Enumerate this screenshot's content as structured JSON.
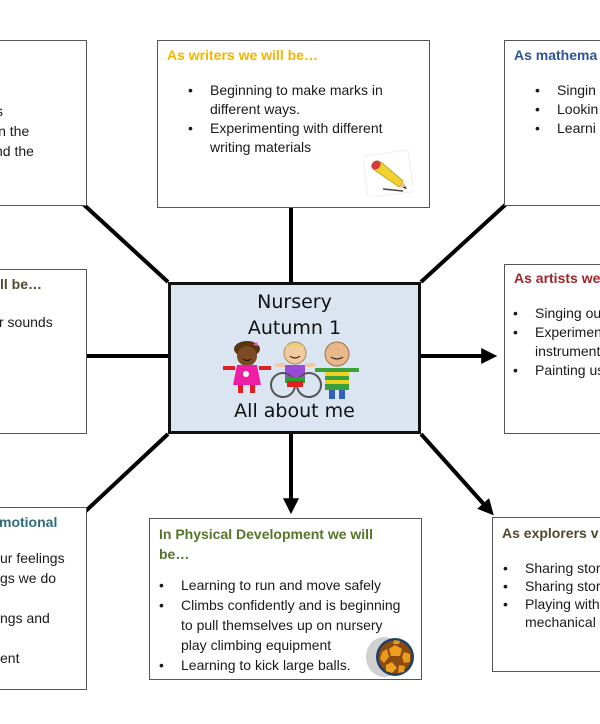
{
  "center": {
    "title_line1": "Nursery",
    "title_line2": "Autumn 1",
    "subtitle": "All about me",
    "background": "#dbe5f1",
    "image": "three-children-illustration"
  },
  "boxes": {
    "top_left": {
      "visible_lines": [
        "s",
        "in the",
        "nd the"
      ]
    },
    "writers": {
      "title": "As writers we will be…",
      "title_color": "#f5b400",
      "items": [
        "Beginning to make marks in",
        "different ways.",
        "Experimenting with different",
        "writing materials"
      ],
      "icon": "pencil-icon"
    },
    "maths": {
      "title": "As mathema",
      "title_color": "#2e5597",
      "items": [
        "Singin",
        "Lookin",
        "Learni"
      ]
    },
    "mid_left": {
      "title": "ll be…",
      "title_color": "#4f4a2e",
      "visible_lines": [
        "r sounds"
      ]
    },
    "artists": {
      "title": "As artists we",
      "title_color": "#a0262b",
      "items": [
        "Singing ou",
        "Experimen",
        "instrument",
        "Painting us"
      ]
    },
    "emotional": {
      "title": "motional",
      "title_color": "#2f6d7c",
      "visible_lines": [
        "ur feelings",
        "gs we do",
        "ngs and",
        "ent"
      ]
    },
    "physical": {
      "title_line1": "In Physical Development we will",
      "title_line2": "be…",
      "title_color": "#56752a",
      "items": [
        "Learning to run and move safely",
        "Climbs confidently and is beginning",
        "to pull themselves up on nursery",
        "play climbing equipment",
        "Learning to kick large balls."
      ],
      "icon": "football-icon"
    },
    "explorers": {
      "title": "As explorers v",
      "title_color": "#4f4a2e",
      "items": [
        "Sharing stor",
        "Sharing stor",
        "Playing with",
        "mechanical t"
      ]
    }
  }
}
